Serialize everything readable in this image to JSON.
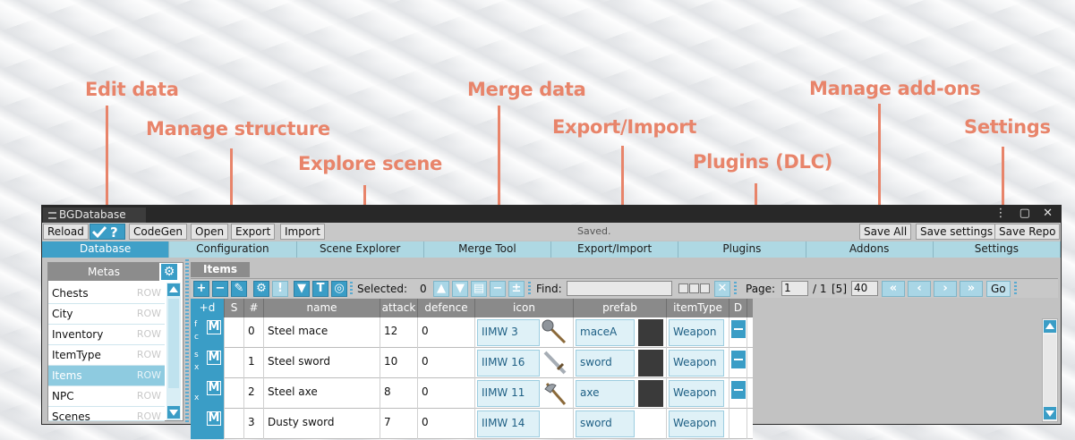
{
  "annotations": {
    "edit_data": "Edit data",
    "manage_structure": "Manage structure",
    "explore_scene": "Explore scene",
    "merge_data": "Merge data",
    "export_import": "Export/Import",
    "plugins": "Plugins (DLC)",
    "manage_addons": "Manage add-ons",
    "settings": "Settings"
  },
  "window": {
    "title": "BGDatabase",
    "controls": "⋮ ▢ ✕"
  },
  "toolbar": {
    "reload": "Reload",
    "codegen": "CodeGen",
    "open": "Open",
    "export": "Export",
    "import": "Import",
    "status": "Saved.",
    "save_all": "Save All",
    "save_settings": "Save settings",
    "save_repo": "Save Repo"
  },
  "tabs": [
    "Database",
    "Configuration",
    "Scene Explorer",
    "Merge Tool",
    "Export/Import",
    "Plugins",
    "Addons",
    "Settings"
  ],
  "metas": {
    "header": "Metas",
    "items": [
      {
        "name": "Chests",
        "tag": "ROW"
      },
      {
        "name": "City",
        "tag": "ROW"
      },
      {
        "name": "Inventory",
        "tag": "ROW"
      },
      {
        "name": "ItemType",
        "tag": "ROW"
      },
      {
        "name": "Items",
        "tag": "ROW"
      },
      {
        "name": "NPC",
        "tag": "ROW"
      },
      {
        "name": "Scenes",
        "tag": "ROW"
      }
    ]
  },
  "items_panel": {
    "tab_label": "Items",
    "selected_label": "Selected:",
    "selected_count": "0",
    "find_label": "Find:",
    "page_label": "Page:",
    "page_value": "1",
    "page_total": "/ 1",
    "page_count": "[5]",
    "page_size": "40",
    "go": "Go"
  },
  "columns": [
    "S",
    "#",
    "name",
    "attack",
    "defence",
    "icon",
    "prefab",
    "itemType",
    "D"
  ],
  "rows": [
    {
      "index": "0",
      "name": "Steel mace",
      "attack": "12",
      "defence": "0",
      "icon": "IIMW 3",
      "prefab": "maceA",
      "itemType": "Weapon",
      "mark1": "f",
      "mark2": "c"
    },
    {
      "index": "1",
      "name": "Steel sword",
      "attack": "10",
      "defence": "0",
      "icon": "IIMW 16",
      "prefab": "sword",
      "itemType": "Weapon",
      "mark1": "s",
      "mark2": "x"
    },
    {
      "index": "2",
      "name": "Steel axe",
      "attack": "8",
      "defence": "0",
      "icon": "IIMW 11",
      "prefab": "axe",
      "itemType": "Weapon",
      "mark1": "",
      "mark2": "x"
    },
    {
      "index": "3",
      "name": "Dusty sword",
      "attack": "7",
      "defence": "0",
      "icon": "IIMW 14",
      "prefab": "sword",
      "itemType": "Weapon",
      "mark1": "",
      "mark2": ""
    }
  ],
  "colors": {
    "accent": "#3a9dc6",
    "annotation": "#e8846a",
    "tab_inactive": "#aed8e3"
  }
}
